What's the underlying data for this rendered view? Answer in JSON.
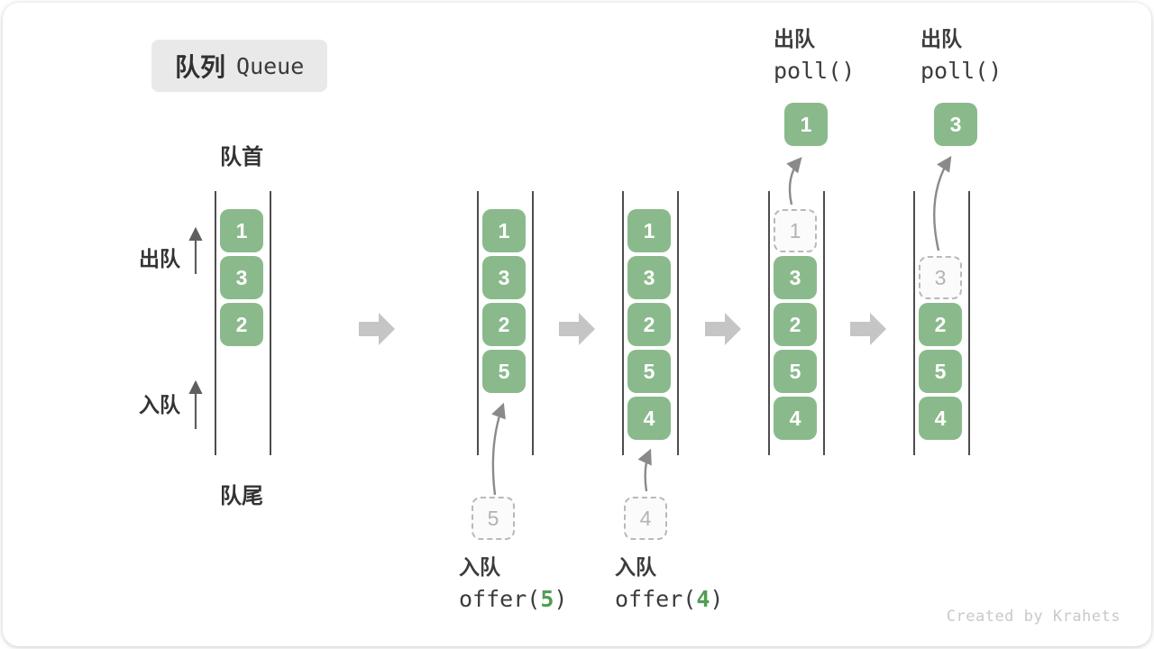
{
  "title": {
    "zh": "队列",
    "en": "Queue"
  },
  "side_labels": {
    "front": "队首",
    "rear": "队尾",
    "dequeue": "出队",
    "enqueue": "入队"
  },
  "queues": [
    {
      "cells": [
        {
          "row": 0,
          "value": "1"
        },
        {
          "row": 1,
          "value": "3"
        },
        {
          "row": 2,
          "value": "2"
        }
      ]
    },
    {
      "cells": [
        {
          "row": 0,
          "value": "1"
        },
        {
          "row": 1,
          "value": "3"
        },
        {
          "row": 2,
          "value": "2"
        },
        {
          "row": 3,
          "value": "5"
        }
      ]
    },
    {
      "cells": [
        {
          "row": 0,
          "value": "1"
        },
        {
          "row": 1,
          "value": "3"
        },
        {
          "row": 2,
          "value": "2"
        },
        {
          "row": 3,
          "value": "5"
        },
        {
          "row": 4,
          "value": "4"
        }
      ]
    },
    {
      "cells": [
        {
          "row": 0,
          "value": "1",
          "ghost": true
        },
        {
          "row": 1,
          "value": "3"
        },
        {
          "row": 2,
          "value": "2"
        },
        {
          "row": 3,
          "value": "5"
        },
        {
          "row": 4,
          "value": "4"
        }
      ]
    },
    {
      "cells": [
        {
          "row": 1,
          "value": "3",
          "ghost": true
        },
        {
          "row": 2,
          "value": "2"
        },
        {
          "row": 3,
          "value": "5"
        },
        {
          "row": 4,
          "value": "4"
        }
      ]
    }
  ],
  "enqueue_ops": [
    {
      "label": "入队",
      "fn": "offer(",
      "arg": "5",
      "close": ")",
      "pending": "5"
    },
    {
      "label": "入队",
      "fn": "offer(",
      "arg": "4",
      "close": ")",
      "pending": "4"
    }
  ],
  "dequeue_ops": [
    {
      "label": "出队",
      "code": "poll()",
      "value": "1"
    },
    {
      "label": "出队",
      "code": "poll()",
      "value": "3"
    }
  ],
  "watermark": "Created by Krahets",
  "colors": {
    "box_green": "#8aba8c",
    "accent_green": "#4f9e52",
    "ghost_border": "#b9b9b9",
    "line_dark": "#4d4d4d",
    "flow_arrow": "#c5c5c5",
    "badge_bg": "#e9e9e9",
    "text_dark": "#3c3c3c",
    "watermark": "#c9c9c9"
  }
}
